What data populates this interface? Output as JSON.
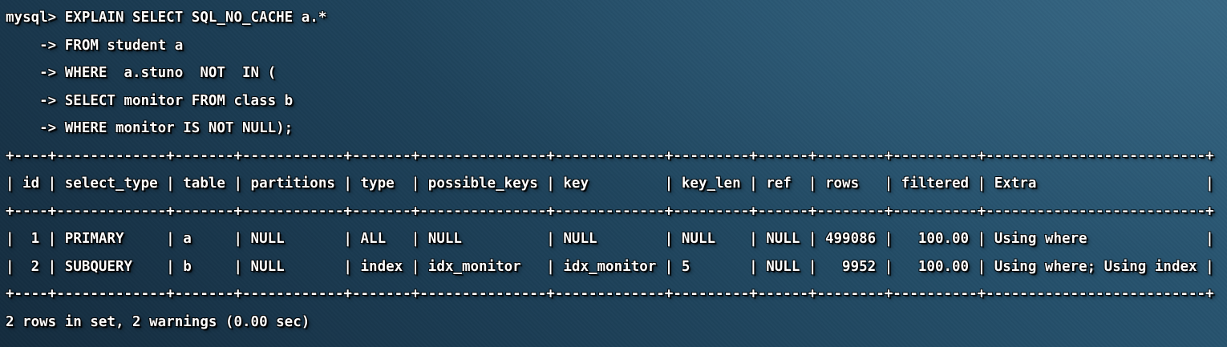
{
  "terminal": {
    "query_lines": [
      "mysql> EXPLAIN SELECT SQL_NO_CACHE a.*",
      "    -> FROM student a",
      "    -> WHERE  a.stuno  NOT  IN (",
      "    -> SELECT monitor FROM class b",
      "    -> WHERE monitor IS NOT NULL);"
    ],
    "table_lines": [
      "+----+-------------+-------+------------+-------+---------------+-------------+---------+------+--------+----------+--------------------------+",
      "| id | select_type | table | partitions | type  | possible_keys | key         | key_len | ref  | rows   | filtered | Extra                    |",
      "+----+-------------+-------+------------+-------+---------------+-------------+---------+------+--------+----------+--------------------------+",
      "|  1 | PRIMARY     | a     | NULL       | ALL   | NULL          | NULL        | NULL    | NULL | 499086 |   100.00 | Using where              |",
      "|  2 | SUBQUERY    | b     | NULL       | index | idx_monitor   | idx_monitor | 5       | NULL |   9952 |   100.00 | Using where; Using index |",
      "+----+-------------+-------+------------+-------+---------------+-------------+---------+------+--------+----------+--------------------------+"
    ],
    "status_line": "2 rows in set, 2 warnings (0.00 sec)"
  },
  "result_table": {
    "columns": [
      "id",
      "select_type",
      "table",
      "partitions",
      "type",
      "possible_keys",
      "key",
      "key_len",
      "ref",
      "rows",
      "filtered",
      "Extra"
    ],
    "rows": [
      [
        "1",
        "PRIMARY",
        "a",
        "NULL",
        "ALL",
        "NULL",
        "NULL",
        "NULL",
        "NULL",
        "499086",
        "100.00",
        "Using where"
      ],
      [
        "2",
        "SUBQUERY",
        "b",
        "NULL",
        "index",
        "idx_monitor",
        "idx_monitor",
        "5",
        "NULL",
        "9952",
        "100.00",
        "Using where; Using index"
      ]
    ],
    "summary": "2 rows in set, 2 warnings (0.00 sec)"
  },
  "colors": {
    "text": "#ffffff",
    "background_top_right": "#2d5b77",
    "background_bottom_left": "#142c3e",
    "text_outline": "#000000"
  }
}
